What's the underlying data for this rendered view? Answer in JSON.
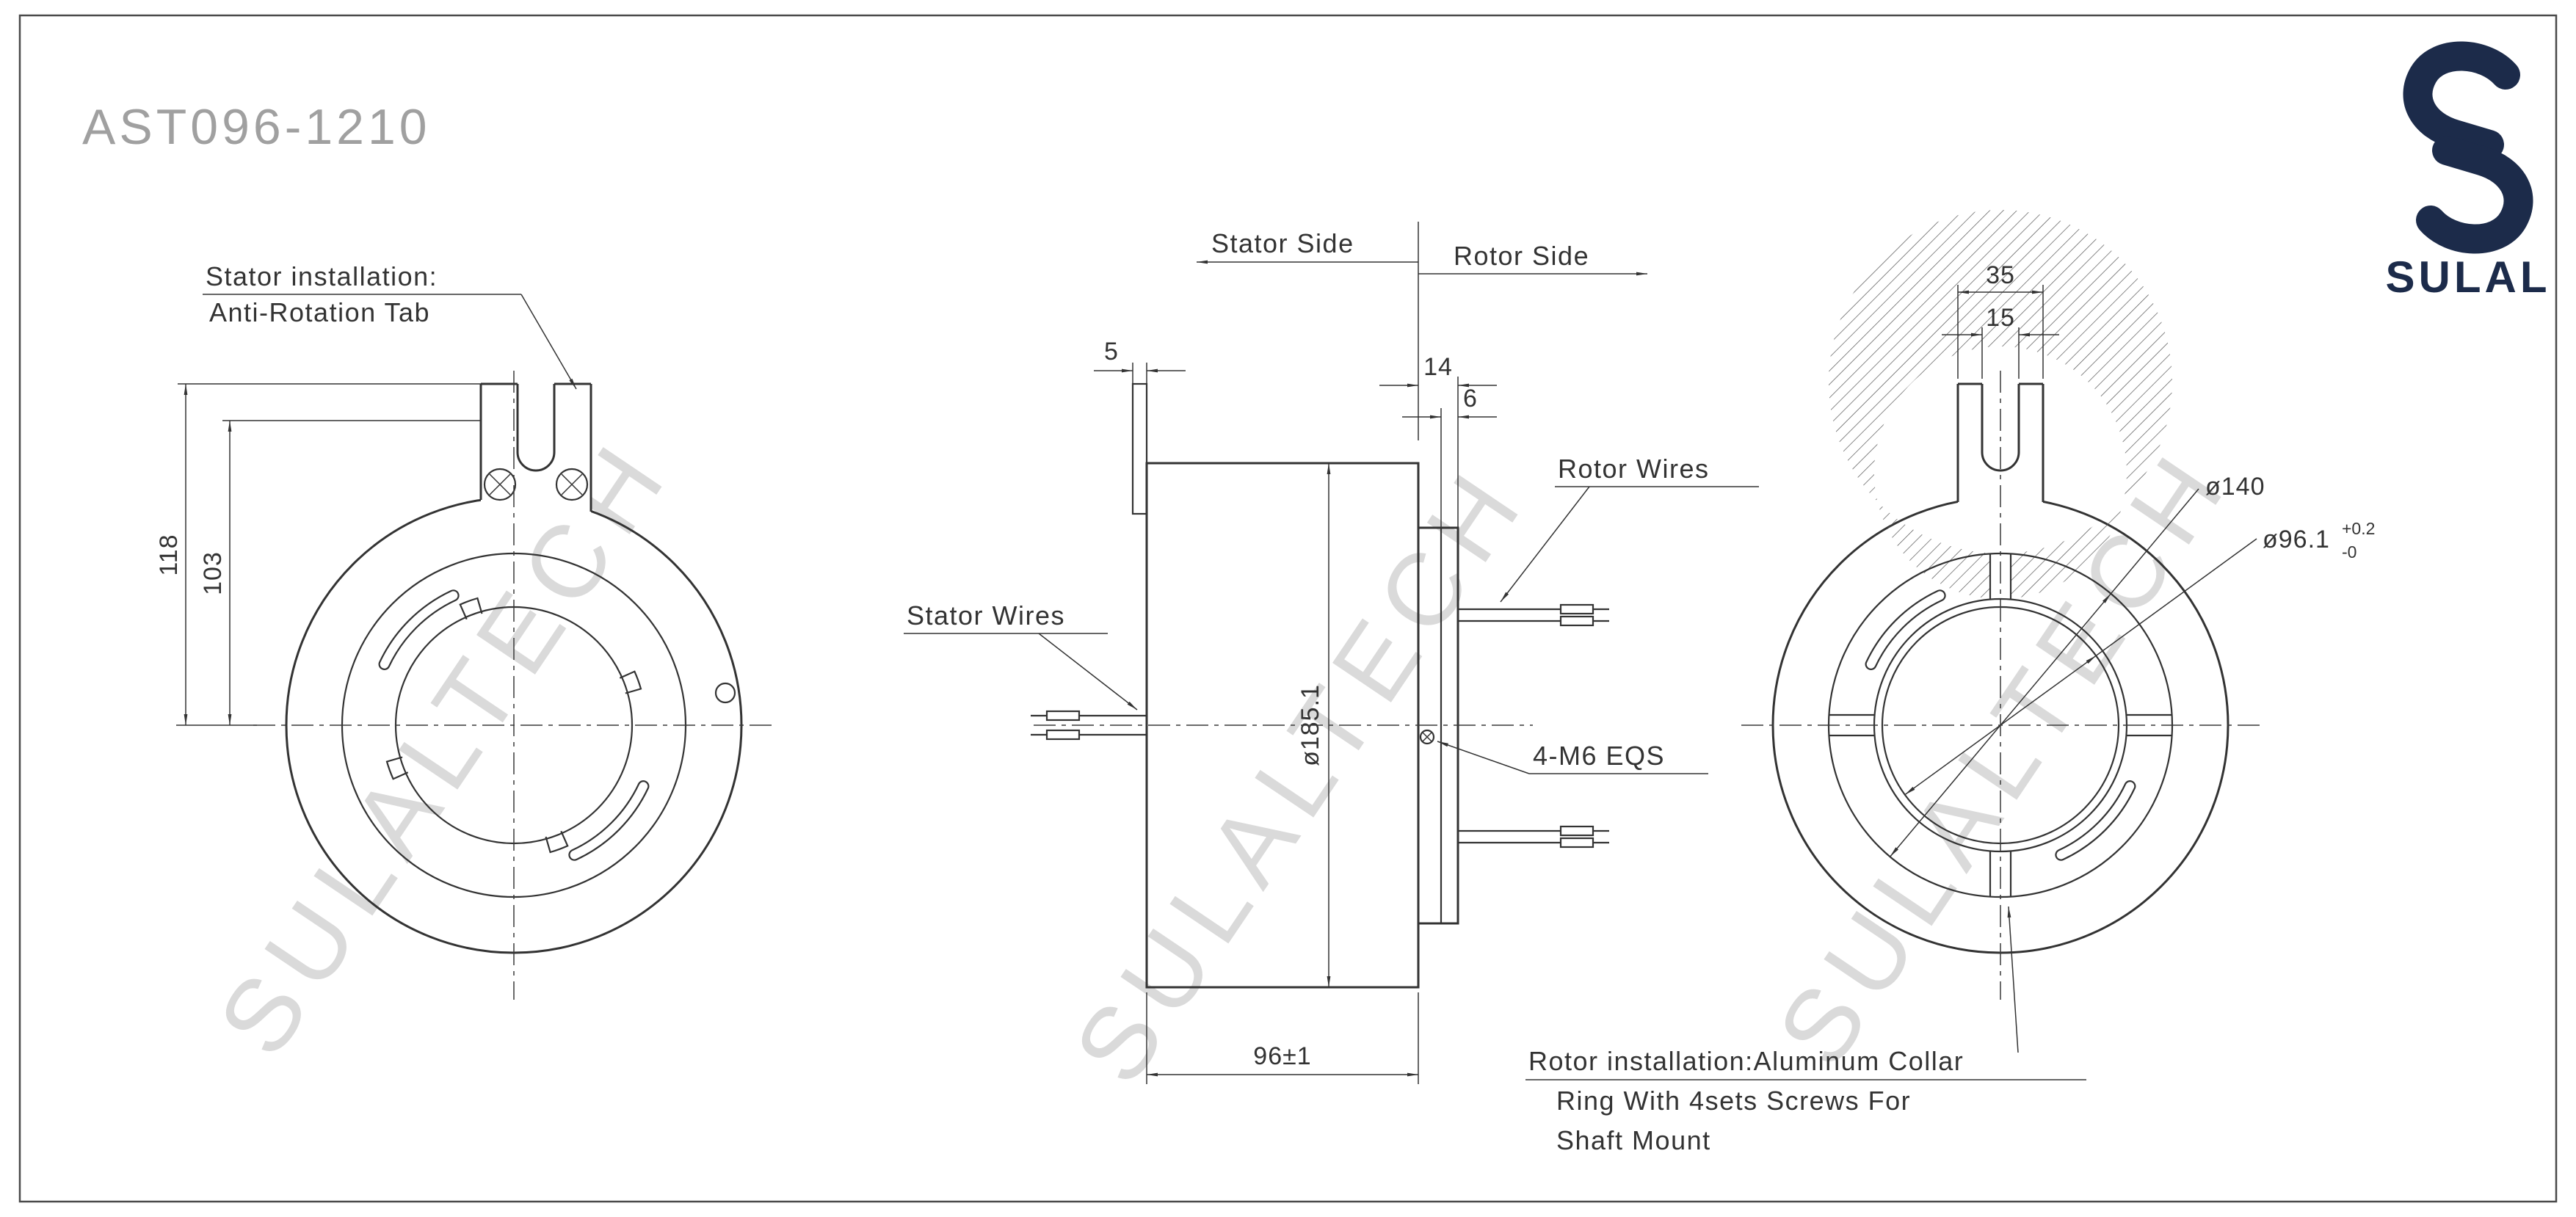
{
  "drawing": {
    "title": "AST096-1210",
    "watermark": "SULALTECH",
    "brand": {
      "name": "SULAL"
    },
    "colors": {
      "ink": "#333333",
      "title_gray": "#a0a0a0",
      "watermark_gray": "#dadada",
      "logo_navy": "#1c2b4a",
      "paper": "#ffffff"
    }
  },
  "front_view": {
    "callout": {
      "line1": "Stator installation:",
      "line2": "Anti-Rotation Tab"
    },
    "dims": {
      "height_118": "118",
      "height_103": "103"
    }
  },
  "side_view": {
    "headers": {
      "stator": "Stator Side",
      "rotor": "Rotor Side"
    },
    "labels": {
      "stator_wires": "Stator Wires",
      "rotor_wires": "Rotor Wires",
      "screws": "4-M6 EQS"
    },
    "dims": {
      "tab_thickness": "5",
      "flange_offset": "14",
      "collar_thickness": "6",
      "body_diameter": "ø185.1",
      "body_length": "96±1"
    }
  },
  "rear_view": {
    "dims": {
      "tab_width": "35",
      "slot_width": "15",
      "collar_diameter": "ø140",
      "bore_diameter": "ø96.1",
      "bore_tol_upper": "+0.2",
      "bore_tol_lower": "-0"
    },
    "note": {
      "line1": "Rotor installation:Aluminum Collar",
      "line2": "Ring With 4sets Screws For",
      "line3": "Shaft Mount"
    }
  }
}
